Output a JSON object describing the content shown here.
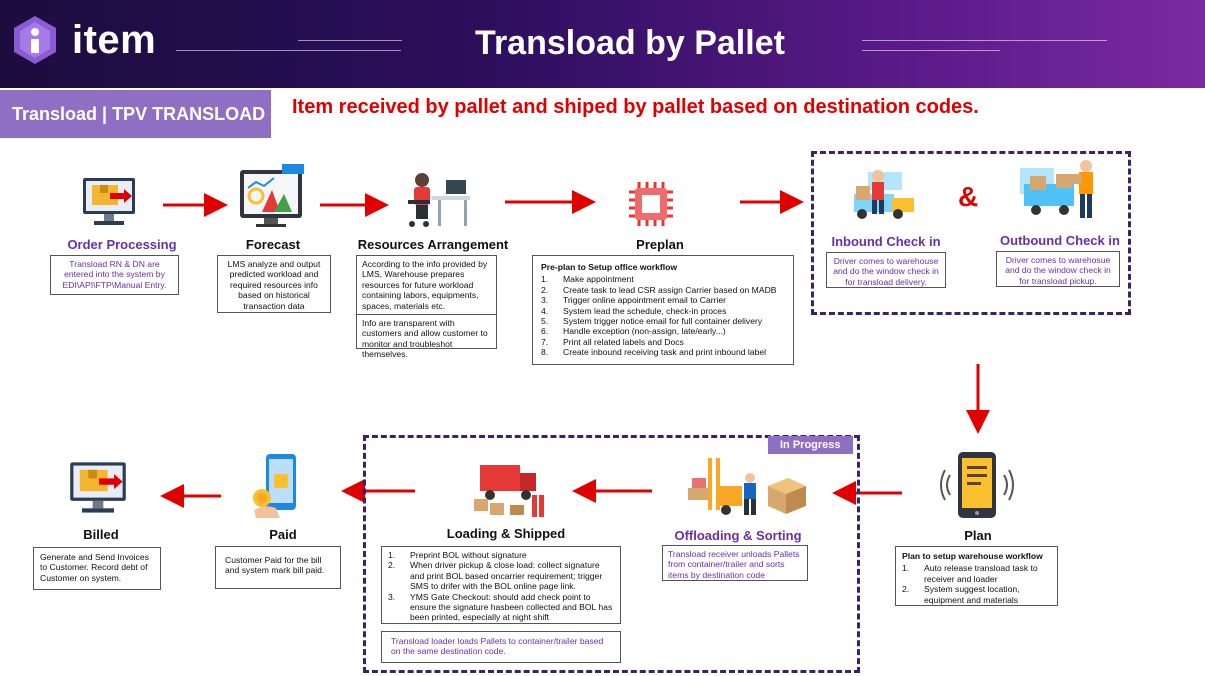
{
  "header": {
    "logo": "item",
    "title": "Transload by Pallet"
  },
  "tag": "Transload | TPV TRANSLOAD",
  "subtitle": "Item received by pallet and shiped by pallet based on destination codes.",
  "steps": {
    "order_processing": {
      "label": "Order Processing",
      "desc": "Transload RN & DN are entered into the system by EDI\\API\\FTP\\Manual Entry."
    },
    "forecast": {
      "label": "Forecast",
      "desc": "LMS analyze and output predicted workload and required resources info based on historical transaction data"
    },
    "resources": {
      "label": "Resources Arrangement",
      "desc1": "According to the info provided by LMS, Warehouse prepares resources for future workload containing labors, equipments, spaces, materials etc.",
      "desc2": "Info are transparent with customers and allow customer to monitor and troubleshot themselves."
    },
    "preplan": {
      "label": "Preplan",
      "box_title": "Pre-plan to Setup office workflow",
      "items": [
        {
          "n": "1.",
          "t": "Make appointment"
        },
        {
          "n": "2.",
          "t": "Create task to lead CSR assign Carrier based on MADB"
        },
        {
          "n": "3.",
          "t": "Trigger online appointment email to Carrier"
        },
        {
          "n": "4.",
          "t": "System lead the schedule, check-in proces"
        },
        {
          "n": "5.",
          "t": "System trigger notice email for full container delivery"
        },
        {
          "n": "6.",
          "t": "Handle exception (non-assign, late/early...)"
        },
        {
          "n": "7.",
          "t": "Print all related labels and Docs"
        },
        {
          "n": "8.",
          "t": "Create inbound receiving task and print inbound label"
        }
      ]
    },
    "inbound": {
      "label": "Inbound Check in",
      "desc": "Driver comes to warehouse and do the window check in for transload delivery."
    },
    "amp": "&",
    "outbound": {
      "label": "Outbound Check in",
      "desc": "Driver comes to warehosue and do the window check in for transload pickup."
    },
    "plan": {
      "label": "Plan",
      "box_title": "Plan to setup warehouse workflow",
      "items": [
        {
          "n": "1.",
          "t": "Auto release transload task to receiver and loader"
        },
        {
          "n": "2.",
          "t": "System suggest location, equipment and materials"
        }
      ]
    },
    "in_progress": "In Progress",
    "offloading": {
      "label": "Offloading & Sorting",
      "desc": "Transload receiver unloads Pallets from container/trailer and sorts items by destination code"
    },
    "loading": {
      "label": "Loading & Shipped",
      "items": [
        {
          "n": "1.",
          "t": "Preprint BOL without signature"
        },
        {
          "n": "2.",
          "t": " When driver pickup & close load: collect signature and print BOL based oncarrier requirement; trigger SMS to drifer with the BOL online page link."
        },
        {
          "n": "3.",
          "t": "YMS Gate Checkout: should add check point to ensure the signature hasbeen collected and BOL has been printed, especially at night shift"
        }
      ],
      "desc2": "Transload loader loads Pallets to container/trailer based on the same destination code."
    },
    "paid": {
      "label": "Paid",
      "desc": "Customer Paid for the bill and system mark bill paid."
    },
    "billed": {
      "label": "Billed",
      "desc": "Generate and Send Invoices to Customer. Record debt of Customer on system."
    }
  },
  "colors": {
    "accent_purple": "#6a2fa6",
    "tag_purple": "#8e6fc3",
    "arrow_red": "#e10000",
    "header_dark": "#1b0d3d"
  }
}
